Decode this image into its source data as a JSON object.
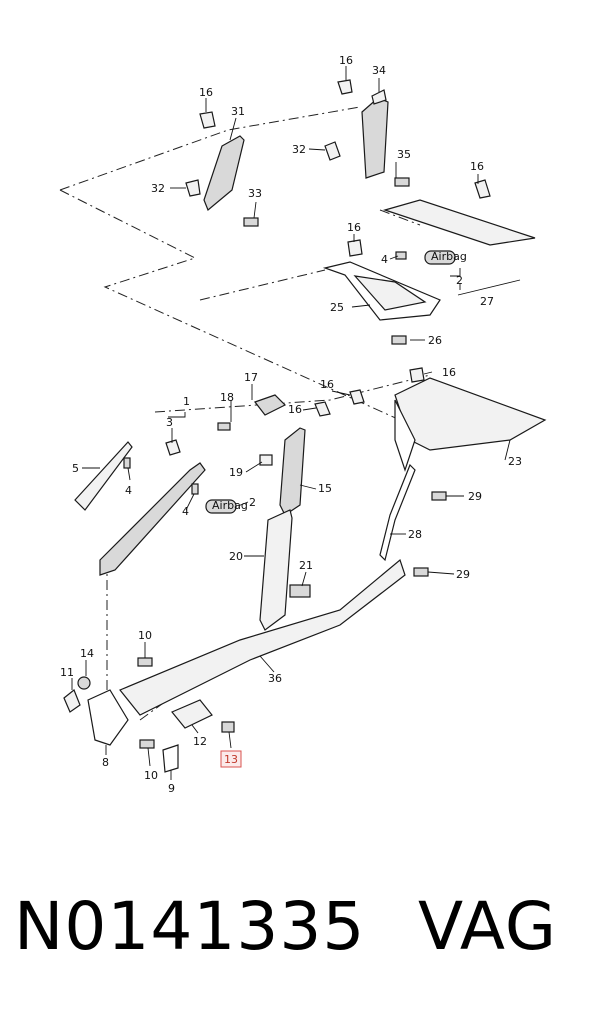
{
  "callouts": {
    "c16a": "16",
    "c34": "34",
    "c16b": "16",
    "c31": "31",
    "c32a": "32",
    "c35": "35",
    "c16c": "16",
    "c32b": "32",
    "c33": "33",
    "c16d": "16",
    "c4a": "4",
    "c2a": "2",
    "c27": "27",
    "c25": "25",
    "c26": "26",
    "c16e": "16",
    "c17": "17",
    "c16f": "16",
    "c1": "1",
    "c18": "18",
    "c16g": "16",
    "c3": "3",
    "c23": "23",
    "c5": "5",
    "c4b": "4",
    "c19": "19",
    "c15": "15",
    "c4c": "4",
    "c2b": "2",
    "c29a": "29",
    "c28": "28",
    "c20": "20",
    "c21": "21",
    "c29b": "29",
    "c10a": "10",
    "c14": "14",
    "c36": "36",
    "c11": "11",
    "c12": "12",
    "c13": "13",
    "c8": "8",
    "c10b": "10",
    "c9": "9"
  },
  "badge_texts": {
    "airbag_1": "Airbag",
    "airbag_2": "Airbag"
  },
  "footer": {
    "part_number": "N0141335",
    "brand": "VAG"
  },
  "highlight_color": "#d9534f"
}
